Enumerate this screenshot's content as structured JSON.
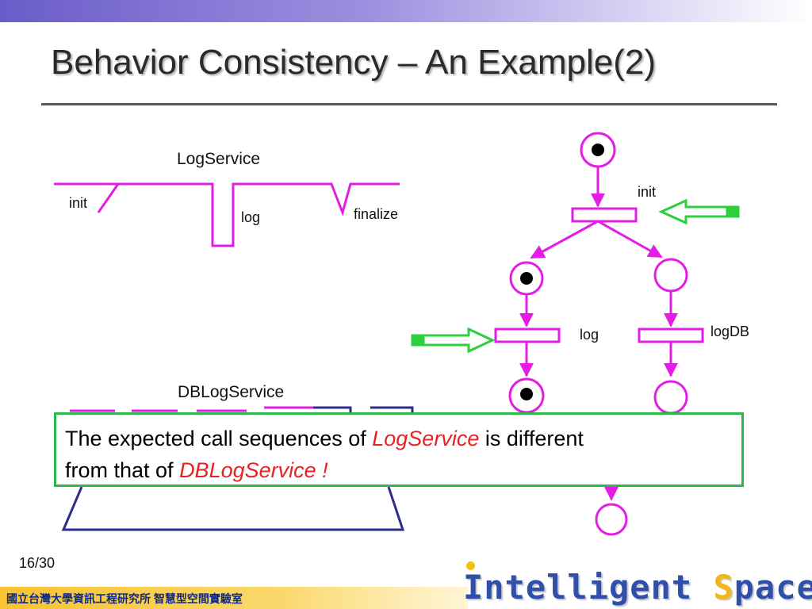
{
  "slide": {
    "title": "Behavior Consistency – An Example(2)",
    "page_number": "16/30",
    "footer_text": "國立台灣大學資訊工程研究所 智慧型空間實驗室",
    "brand": {
      "part1": "Intelligent ",
      "part2_accent": "S",
      "part3": "pace"
    }
  },
  "log_service": {
    "name": "LogService",
    "labels": {
      "init": "init",
      "log": "log",
      "finalize": "finalize"
    }
  },
  "db_log_service": {
    "name": "DBLogService"
  },
  "petri_net": {
    "transitions": {
      "init": "init",
      "log": "log",
      "logDB": "logDB"
    }
  },
  "callout": {
    "pre": "The expected call sequences of ",
    "em1": "LogService",
    "mid": " is different",
    "line2_pre": "from that of ",
    "em2": "DBLogService",
    "tail": " !"
  },
  "colors": {
    "magenta": "#e31de3",
    "green": "#2dcf3a",
    "navy": "#2c2c8a",
    "callout_border": "#2db84a",
    "emphasis_red": "#e8231f"
  }
}
